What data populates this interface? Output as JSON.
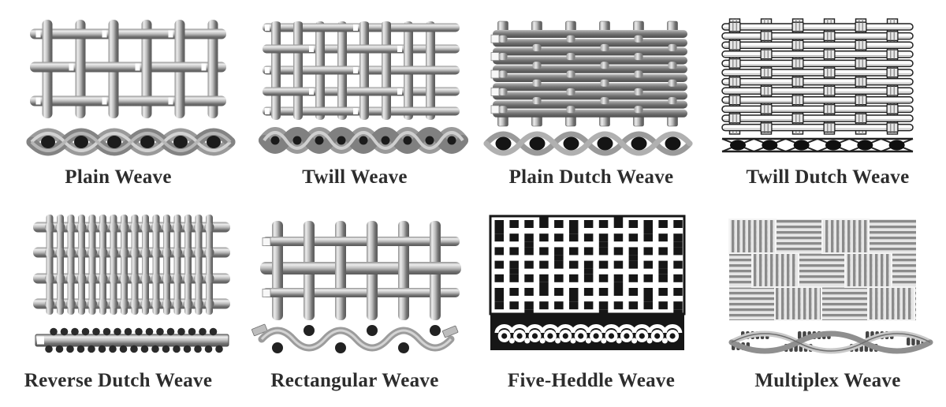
{
  "figure": {
    "background": "#ffffff",
    "label_color": "#2d2d2d",
    "ink_color": "#1b1b1b",
    "metal_highlight": "#ededed",
    "metal_shadow": "#5a5a5a"
  },
  "cells": [
    {
      "id": "plain-weave",
      "label": "Plain Weave"
    },
    {
      "id": "twill-weave",
      "label": "Twill Weave"
    },
    {
      "id": "plain-dutch-weave",
      "label": "Plain Dutch Weave"
    },
    {
      "id": "twill-dutch-weave",
      "label": "Twill Dutch Weave"
    },
    {
      "id": "reverse-dutch-weave",
      "label": "Reverse Dutch Weave"
    },
    {
      "id": "rectangular-weave",
      "label": "Rectangular Weave"
    },
    {
      "id": "five-heddle-weave",
      "label": "Five-Heddle Weave"
    },
    {
      "id": "multiplex-weave",
      "label": "Multiplex Weave"
    }
  ]
}
